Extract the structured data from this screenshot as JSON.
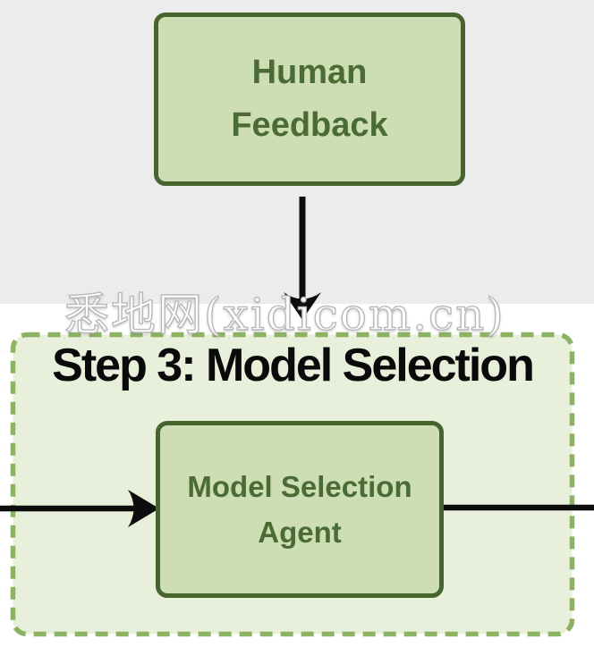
{
  "colors": {
    "background_top_band": "#ececec",
    "background_bottom": "#ffffff",
    "node_fill": "#cddeb4",
    "node_border": "#47632e",
    "node_text": "#4a6b33",
    "container_fill": "#e8efda",
    "container_dashed_border": "#8cb364",
    "step_title_text": "#0a0a0a",
    "arrow": "#0d0d0d",
    "watermark_fill": "#ffffff",
    "watermark_outline": "#b9b9b9"
  },
  "diagram": {
    "human_feedback_node": {
      "label": "Human\nFeedback"
    },
    "step_container": {
      "title": "Step 3: Model Selection"
    },
    "agent_node": {
      "label": "Model Selection\nAgent"
    },
    "watermark": {
      "text": "悉地网(xidicom.cn)"
    }
  }
}
